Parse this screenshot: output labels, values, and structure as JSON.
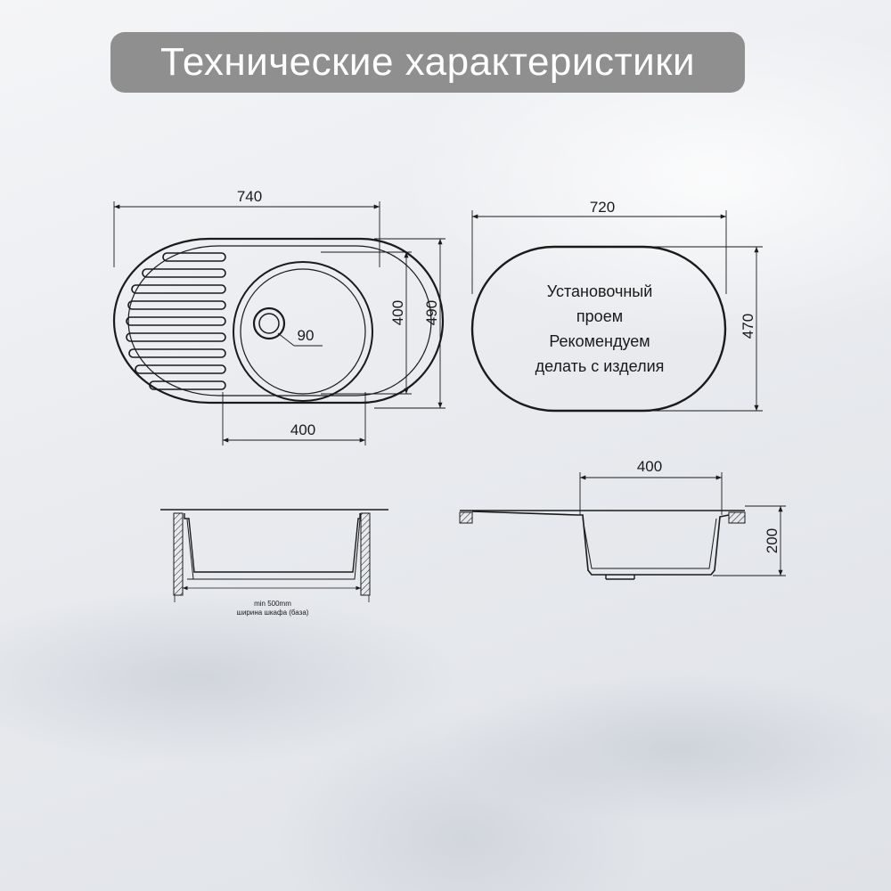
{
  "title": "Технические характеристики",
  "top_view": {
    "overall_width": "740",
    "overall_depth": "490",
    "bowl_depth": "400",
    "bowl_width": "400",
    "drain_diameter": "90"
  },
  "cutout_view": {
    "width": "720",
    "depth": "470",
    "note_lines": [
      "Установочный",
      "проем",
      "Рекомендуем",
      "делать с изделия"
    ]
  },
  "cabinet_view": {
    "min_width": "min 500mm",
    "cabinet_label": "ширина шкафа (база)"
  },
  "side_view": {
    "bowl_width": "400",
    "bowl_height": "200"
  },
  "colors": {
    "title_bar": "#8f8f8f",
    "line": "#1a1a1a"
  }
}
